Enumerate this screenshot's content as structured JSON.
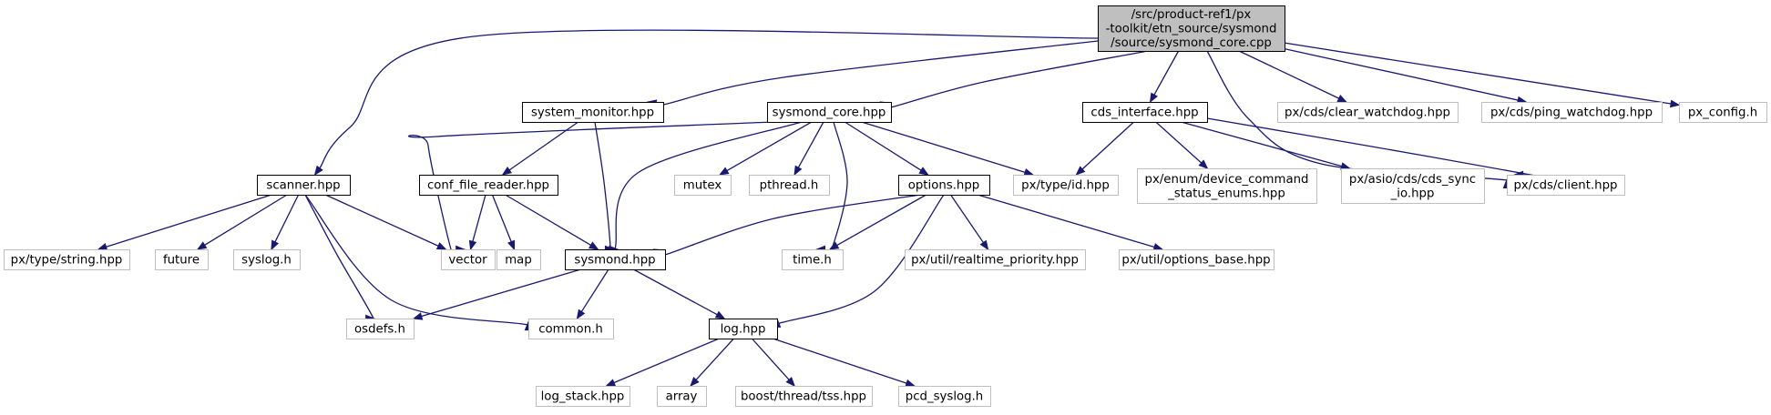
{
  "graph": {
    "style": {
      "edge_color": "#191970",
      "root_fill": "#bfbfbf",
      "root_border": "#000000",
      "local_border": "#000000",
      "external_border": "#bfbfbf"
    },
    "nodes": {
      "root": {
        "lines": [
          "/src/product-ref1/px",
          "-toolkit/etn_source/sysmond",
          "/source/sysmond_core.cpp"
        ],
        "kind": "root"
      },
      "system_monitor": {
        "lines": [
          "system_monitor.hpp"
        ],
        "kind": "local"
      },
      "sysmond_core": {
        "lines": [
          "sysmond_core.hpp"
        ],
        "kind": "local"
      },
      "cds_interface": {
        "lines": [
          "cds_interface.hpp"
        ],
        "kind": "local"
      },
      "clear_watchdog": {
        "lines": [
          "px/cds/clear_watchdog.hpp"
        ],
        "kind": "external"
      },
      "ping_watchdog": {
        "lines": [
          "px/cds/ping_watchdog.hpp"
        ],
        "kind": "external"
      },
      "px_config": {
        "lines": [
          "px_config.h"
        ],
        "kind": "external"
      },
      "scanner": {
        "lines": [
          "scanner.hpp"
        ],
        "kind": "local"
      },
      "conf_file_reader": {
        "lines": [
          "conf_file_reader.hpp"
        ],
        "kind": "local"
      },
      "mutex": {
        "lines": [
          "mutex"
        ],
        "kind": "external"
      },
      "pthread": {
        "lines": [
          "pthread.h"
        ],
        "kind": "external"
      },
      "options": {
        "lines": [
          "options.hpp"
        ],
        "kind": "local"
      },
      "type_id": {
        "lines": [
          "px/type/id.hpp"
        ],
        "kind": "external"
      },
      "device_command": {
        "lines": [
          "px/enum/device_command",
          "_status_enums.hpp"
        ],
        "kind": "external"
      },
      "cds_sync": {
        "lines": [
          "px/asio/cds/cds_sync",
          "_io.hpp"
        ],
        "kind": "external"
      },
      "cds_client": {
        "lines": [
          "px/cds/client.hpp"
        ],
        "kind": "external"
      },
      "type_string": {
        "lines": [
          "px/type/string.hpp"
        ],
        "kind": "external"
      },
      "future": {
        "lines": [
          "future"
        ],
        "kind": "external"
      },
      "syslog": {
        "lines": [
          "syslog.h"
        ],
        "kind": "external"
      },
      "vector": {
        "lines": [
          "vector"
        ],
        "kind": "external"
      },
      "map": {
        "lines": [
          "map"
        ],
        "kind": "external"
      },
      "sysmond": {
        "lines": [
          "sysmond.hpp"
        ],
        "kind": "local"
      },
      "time": {
        "lines": [
          "time.h"
        ],
        "kind": "external"
      },
      "realtime_priority": {
        "lines": [
          "px/util/realtime_priority.hpp"
        ],
        "kind": "external"
      },
      "options_base": {
        "lines": [
          "px/util/options_base.hpp"
        ],
        "kind": "external"
      },
      "osdefs": {
        "lines": [
          "osdefs.h"
        ],
        "kind": "external"
      },
      "common": {
        "lines": [
          "common.h"
        ],
        "kind": "external"
      },
      "log": {
        "lines": [
          "log.hpp"
        ],
        "kind": "local"
      },
      "log_stack": {
        "lines": [
          "log_stack.hpp"
        ],
        "kind": "external"
      },
      "array": {
        "lines": [
          "array"
        ],
        "kind": "external"
      },
      "tss": {
        "lines": [
          "boost/thread/tss.hpp"
        ],
        "kind": "external"
      },
      "pcd_syslog": {
        "lines": [
          "pcd_syslog.h"
        ],
        "kind": "external"
      }
    }
  }
}
